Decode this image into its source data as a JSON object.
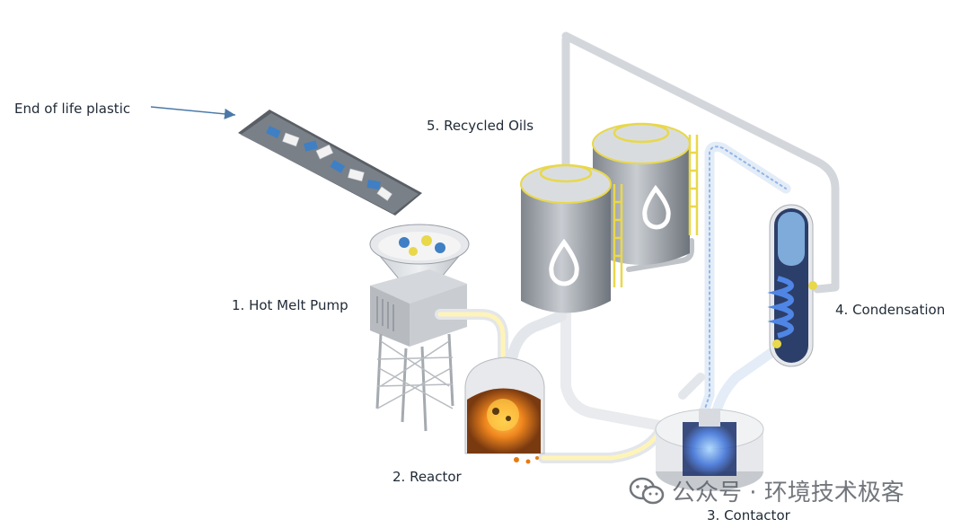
{
  "diagram": {
    "labels": {
      "input": "End of life plastic",
      "step1": "1. Hot Melt Pump",
      "step2": "2. Reactor",
      "step3": "3. Contactor",
      "step4": "4. Condensation",
      "step5": "5. Recycled Oils"
    },
    "watermark": "公众号 · 环境技术极客",
    "colors": {
      "pipe": "#d8dce2",
      "pipe_glow": "#fff4b8",
      "tank": "#9aa0a7",
      "accent_yellow": "#e8d84a",
      "reactor_fire": "#f08a1e",
      "condenser_blue": "#3a6fd8",
      "arrow": "#4a79a8"
    },
    "icons": [
      "oil-drop-icon",
      "oil-drop-icon",
      "wechat-icon",
      "arrow-icon"
    ]
  }
}
